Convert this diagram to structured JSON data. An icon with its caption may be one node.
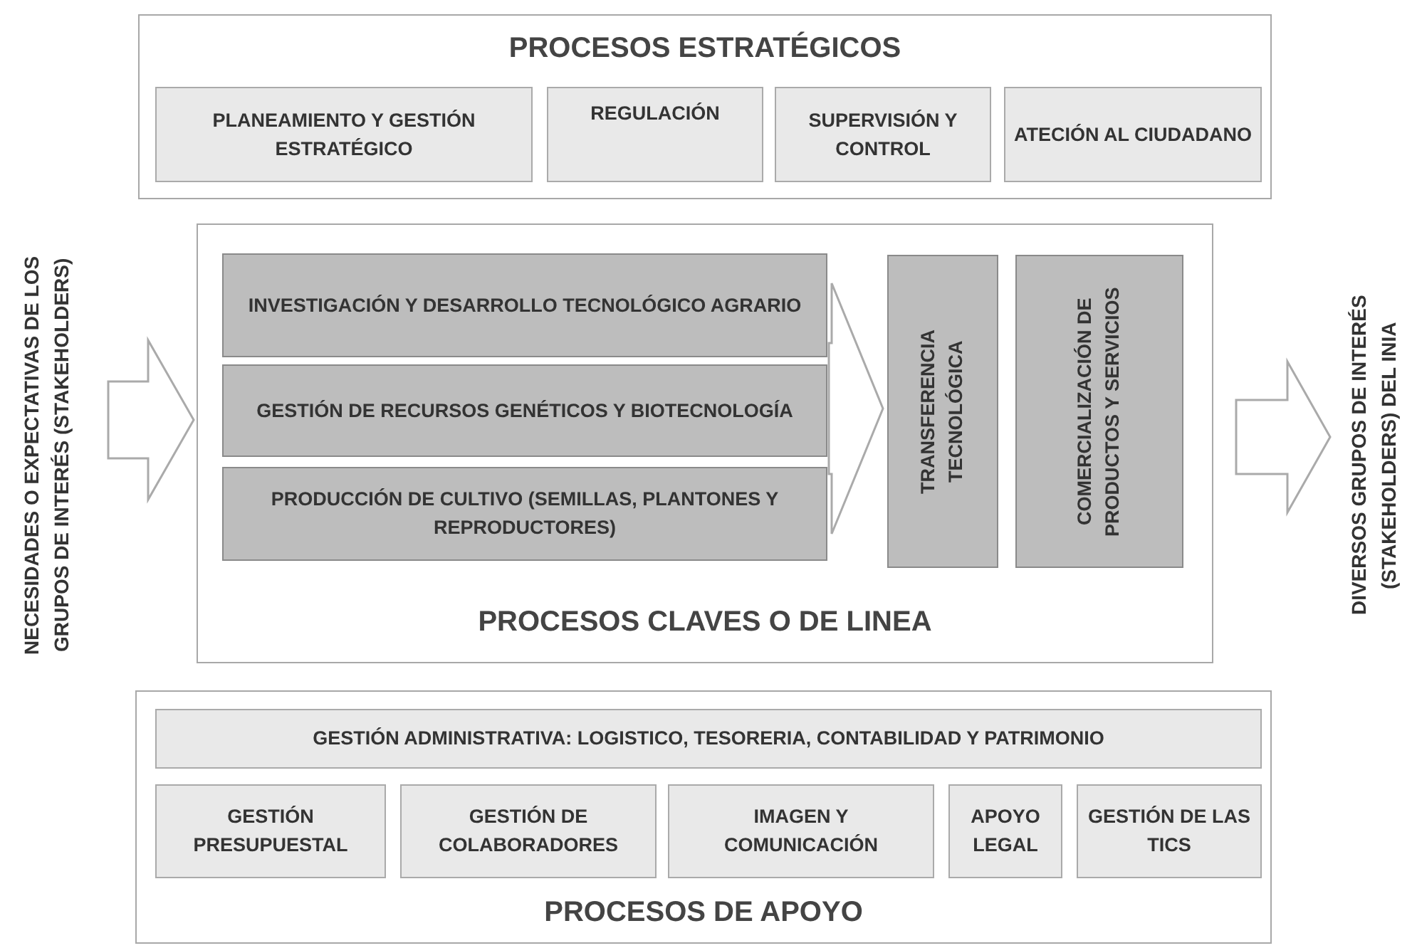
{
  "diagram": {
    "nodes": [
      {
        "text": [
          "PROCESOS ESTRATÉGICOS"
        ]
      },
      {
        "text": [
          "PLANEAMIENTO Y GESTIÓN  ESTRATÉGICO"
        ],
        "in": 0
      },
      {
        "text": [
          "REGULACIÓN"
        ],
        "in": 0
      },
      {
        "text": [
          "SUPERVISIÓN Y CONTROL"
        ],
        "in": 0
      },
      {
        "text": [
          "ATECIÓN AL CIUDADANO"
        ],
        "in": 0
      },
      {
        "text": [
          "NECESIDADES O EXPECTATIVAS DE LOS GRUPOS DE INTERÉS (STAKEHOLDERS)"
        ]
      },
      {
        "text": [
          "PROCESOS CLAVES O DE LINEA"
        ]
      },
      {
        "text": [
          "INVESTIGACIÓN Y DESARROLLO TECNOLÓGICO AGRARIO"
        ],
        "in": 6
      },
      {
        "text": [
          "GESTIÓN DE RECURSOS GENÉTICOS Y BIOTECNOLOGÍA"
        ],
        "in": 6
      },
      {
        "text": [
          "PRODUCCIÓN DE CULTIVO (SEMILLAS, PLANTONES Y REPRODUCTORES)"
        ],
        "in": 6
      },
      {
        "text": [
          "TRANSFERENCIA TECNOLÓGICA"
        ],
        "in": 6
      },
      {
        "text": [
          "COMERCIALIZACIÓN DE PRODUCTOS Y SERVICIOS"
        ],
        "in": 6
      },
      {
        "text": [
          "DIVERSOS GRUPOS DE INTERÉS (STAKEHOLDERS) DEL INIA"
        ]
      },
      {
        "text": [
          "PROCESOS DE APOYO"
        ]
      },
      {
        "text": [
          "GESTIÓN ADMINISTRATIVA: LOGISTICO, TESORERIA, CONTABILIDAD Y PATRIMONIO"
        ],
        "in": 13
      },
      {
        "text": [
          "GESTIÓN PRESUPUESTAL"
        ],
        "in": 13
      },
      {
        "text": [
          "GESTIÓN DE COLABORADORES"
        ],
        "in": 13
      },
      {
        "text": [
          "IMAGEN Y COMUNICACIÓN"
        ],
        "in": 13
      },
      {
        "text": [
          "APOYO LEGAL"
        ],
        "in": 13
      },
      {
        "text": [
          "GESTIÓN DE LAS TICS"
        ],
        "in": 13
      }
    ],
    "edges": [
      {
        "from": 5,
        "to": 6,
        "arrow": "to"
      },
      {
        "from": 8,
        "to": 10,
        "arrow": "to"
      },
      {
        "from": 6,
        "to": 12,
        "arrow": "to"
      }
    ]
  }
}
